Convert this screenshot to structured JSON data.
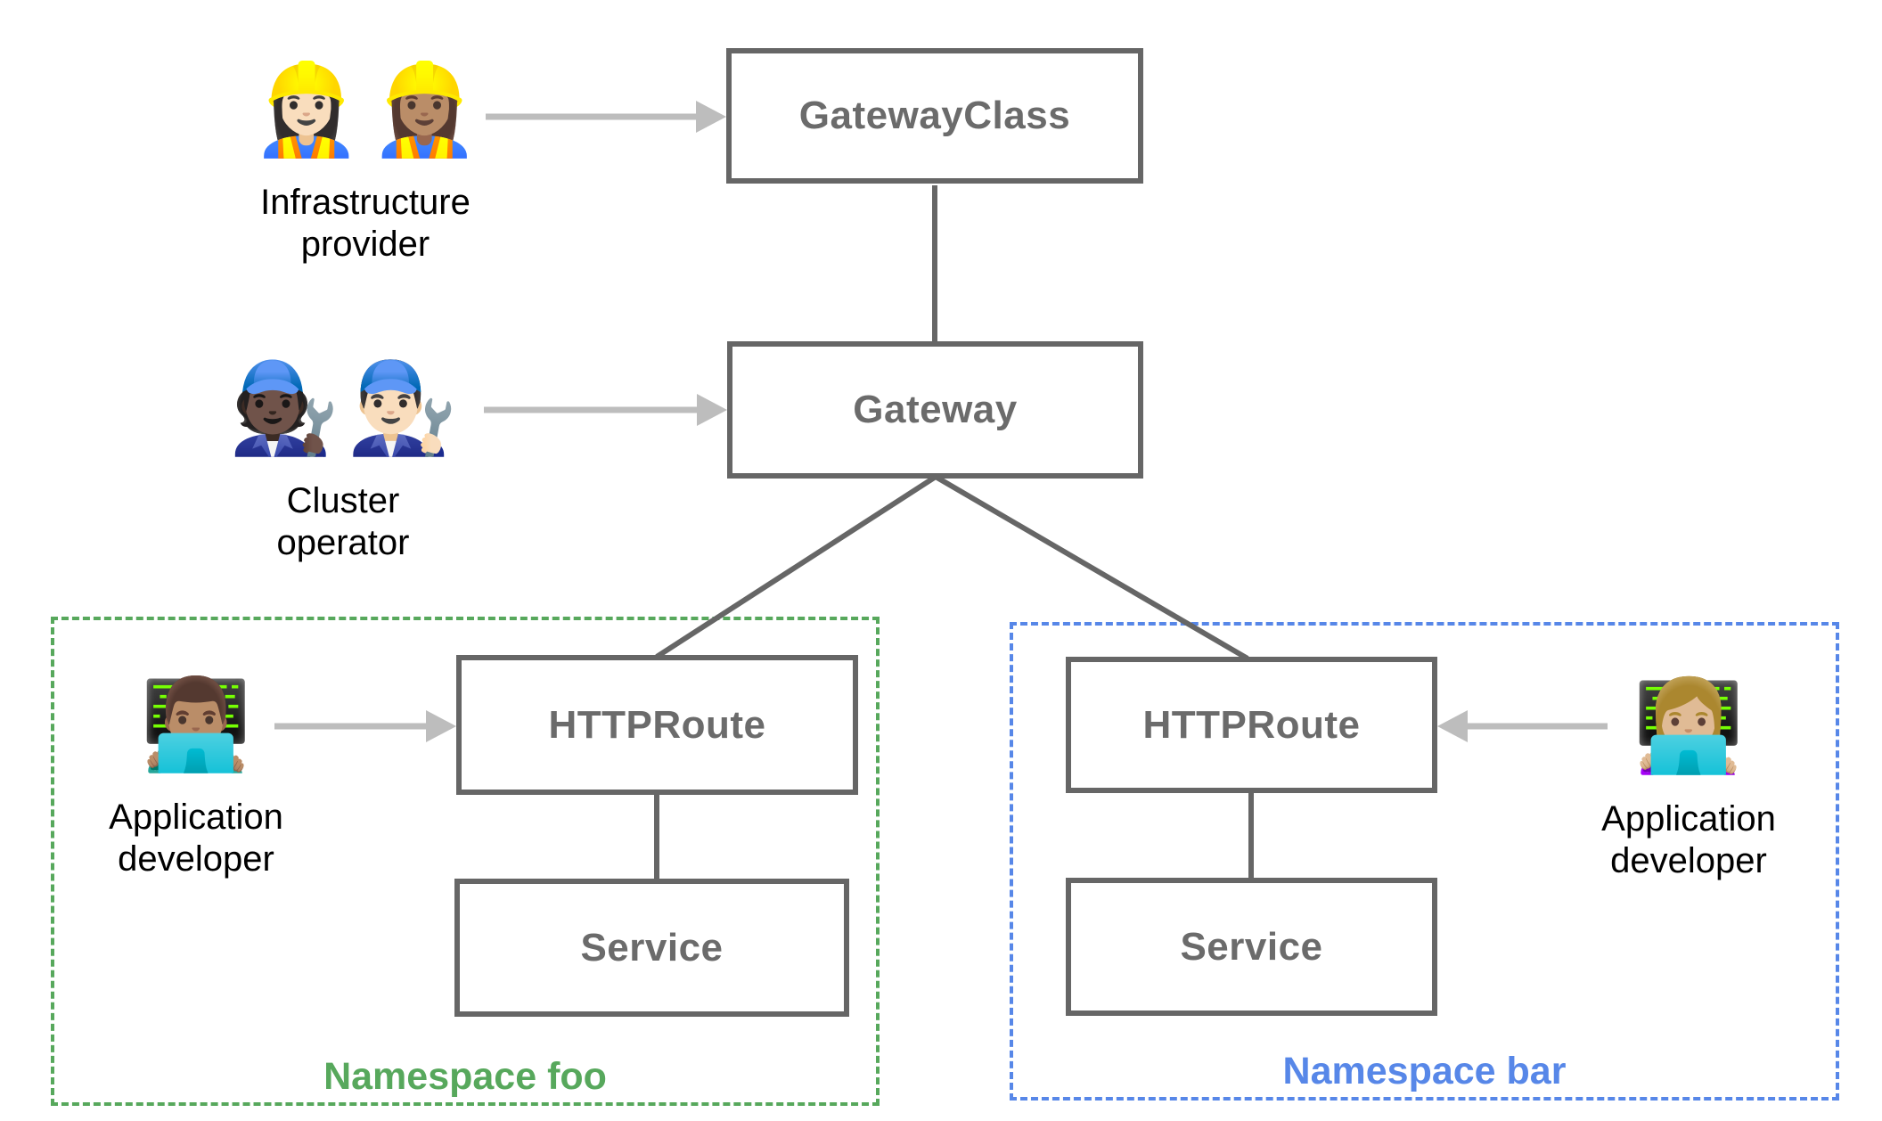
{
  "nodes": {
    "gatewayclass": "GatewayClass",
    "gateway": "Gateway",
    "httproute_foo": "HTTPRoute",
    "service_foo": "Service",
    "httproute_bar": "HTTPRoute",
    "service_bar": "Service"
  },
  "personas": {
    "infrastructure_provider": {
      "emojis": [
        "👷🏻‍♀️",
        "👷🏽‍♀️"
      ],
      "lines": [
        "Infrastructure",
        "provider"
      ]
    },
    "cluster_operator": {
      "emojis": [
        "🧑🏿‍🔧",
        "👨🏻‍🔧"
      ],
      "lines": [
        "Cluster",
        "operator"
      ]
    },
    "app_developer_foo": {
      "emojis": [
        "👨🏽‍💻"
      ],
      "lines": [
        "Application",
        "developer"
      ]
    },
    "app_developer_bar": {
      "emojis": [
        "👩🏼‍💻"
      ],
      "lines": [
        "Application",
        "developer"
      ]
    }
  },
  "namespaces": {
    "foo": {
      "label": "Namespace foo",
      "color": "#57A85C"
    },
    "bar": {
      "label": "Namespace bar",
      "color": "#5787E8"
    }
  },
  "colors": {
    "node_border": "#666666",
    "node_text": "#6b6b6b",
    "connector": "#666666",
    "arrow": "#BDBDBD",
    "persona_text": "#000000"
  }
}
